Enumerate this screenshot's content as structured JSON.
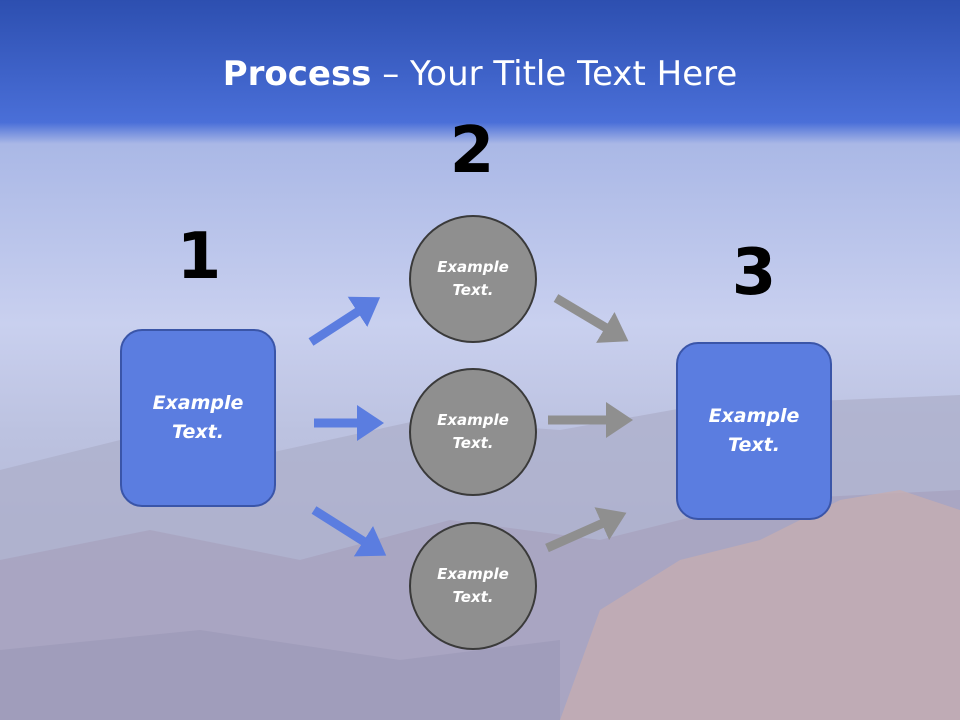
{
  "title": {
    "bold": "Process",
    "rest": " – Your Title Text Here"
  },
  "steps": {
    "one": "1",
    "two": "2",
    "three": "3"
  },
  "box_left": "Example\nText.",
  "box_right": "Example\nText.",
  "circles": [
    "Example\nText.",
    "Example\nText.",
    "Example\nText."
  ],
  "colors": {
    "accent": "#5b7de0",
    "circle": "#8f8f8f",
    "arrow_blue": "#5b7de0",
    "arrow_gray": "#8f8f8f"
  }
}
